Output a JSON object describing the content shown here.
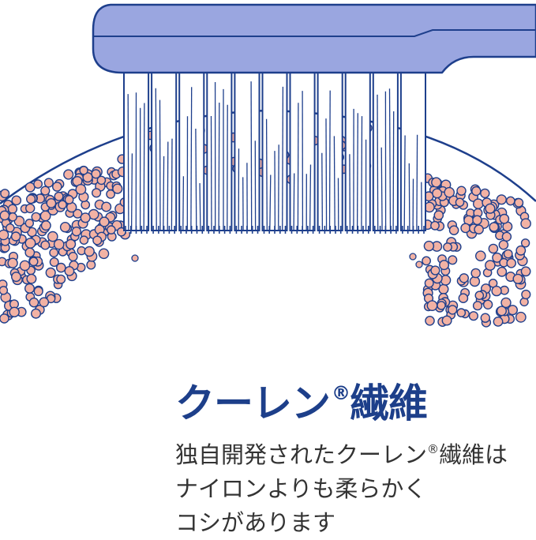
{
  "colors": {
    "accent": "#1d3f8a",
    "handle_fill": "#9aa6e0",
    "line": "#1e3f8c",
    "particle": "#f2b2a4",
    "text": "#333333"
  },
  "icons": {
    "registered": "registered-mark-icon"
  },
  "title": {
    "main": "クーレン",
    "reg": "®",
    "suffix": "繊維"
  },
  "description": {
    "lines": [
      {
        "pre": "独自開発されたクーレン",
        "reg": "®",
        "post": "繊維は"
      },
      {
        "text": "ナイロンよりも柔らかく"
      },
      {
        "text": "コシがあります"
      }
    ]
  }
}
